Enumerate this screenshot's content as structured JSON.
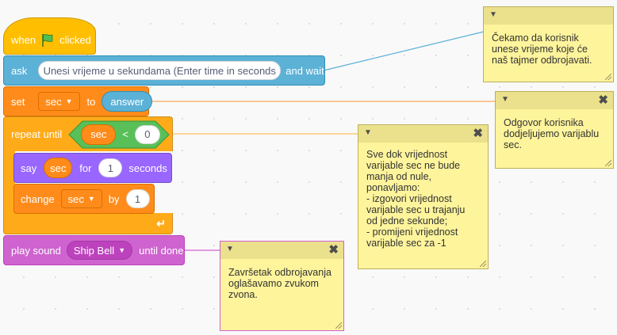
{
  "script": {
    "when_flag": {
      "label_when": "when",
      "label_clicked": "clicked"
    },
    "ask": {
      "label": "ask",
      "question": "Unesi vrijeme u sekundama (Enter time in seconds",
      "label_wait": "and wait"
    },
    "set": {
      "label": "set",
      "variable": "sec",
      "label_to": "to",
      "value": "answer"
    },
    "repeat_until": {
      "label": "repeat until",
      "left": "sec",
      "operator": "<",
      "right": "0"
    },
    "say": {
      "label": "say",
      "value": "sec",
      "label_for": "for",
      "duration": "1",
      "label_seconds": "seconds"
    },
    "change": {
      "label": "change",
      "variable": "sec",
      "label_by": "by",
      "amount": "1"
    },
    "play_sound": {
      "label": "play sound",
      "sound": "Ship Bell",
      "label_until": "until done"
    }
  },
  "comments": [
    {
      "id": "ask-comment",
      "text": "Čekamo da korisnik\nunese vrijeme koje će\nnaš tajmer odbrojavati."
    },
    {
      "id": "set-comment",
      "text": "Odgovor korisnika\ndodjeljujemo varijablu\nsec."
    },
    {
      "id": "repeat-comment",
      "text": "Sve dok vrijednost\nvarijable sec ne bude\nmanja od nule,\nponavljamo:\n- izgovori vrijednost\nvarijable sec u trajanju\nod jedne sekunde;\n- promijeni vrijednost\nvarijable sec za -1"
    },
    {
      "id": "sound-comment",
      "text": "Završetak odbrojavanja\noglašavamo zvukom\nzvona."
    }
  ],
  "colors": {
    "events": "#ffbf00",
    "sensing": "#5cb1d6",
    "variables": "#ff8c1a",
    "control": "#ffab19",
    "looks": "#9966ff",
    "sound": "#cf63cf",
    "note": "#fef49c"
  }
}
